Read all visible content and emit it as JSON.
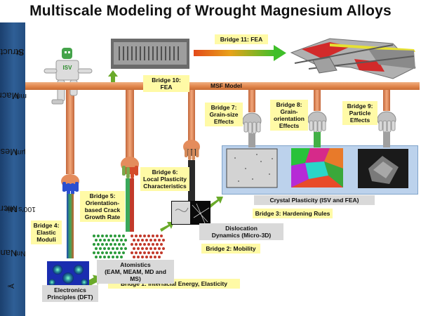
{
  "title": "Multiscale Modeling of Wrought Magnesium Alloys",
  "scales": [
    {
      "name": "Structural",
      "unit": "m"
    },
    {
      "name": "Macro-",
      "unit": "mm"
    },
    {
      "name": "Meso-",
      "unit": "µm"
    },
    {
      "name": "Micro-",
      "unit": "100's Nm"
    },
    {
      "name": "Nano-",
      "unit": "Nm"
    },
    {
      "name": "",
      "unit": "Å"
    }
  ],
  "msf_model": "MSF Model",
  "bridges": {
    "b1": "Bridge 1: Interfacial Energy, Elasticity",
    "b2": "Bridge 2: Mobility",
    "b3": "Bridge 3: Hardening Rules",
    "b4": "Bridge 4:\nElastic\nModuli",
    "b5": "Bridge 5:\nOrientation-\nbased Crack\nGrowth Rate",
    "b6": "Bridge 6:\nLocal Plasticity\nCharacteristics",
    "b7": "Bridge 7:\nGrain-size\nEffects",
    "b8": "Bridge 8:\nGrain-\norientation\nEffects",
    "b9": "Bridge 9:\nParticle\nEffects",
    "b10": "Bridge 10: FEA",
    "b11": "Bridge 11: FEA"
  },
  "boxes": {
    "electronics": "Electronics\nPrinciples (DFT)",
    "atomistics": "Atomistics\n(EAM, MEAM, MD and MS)",
    "dislocation": "Dislocation\nDynamics (Micro-3D)",
    "crystal": "Crystal Plasticity (ISV and FEA)"
  },
  "robot_badge": "ISV",
  "colors": {
    "axis": "#2f5f96",
    "label_fill": "#fffaa6",
    "box_fill": "#d9d9d9",
    "msf_bar": "#e3894f",
    "arrow_green": "#6aaa2a",
    "panel": "#bcd2ec"
  }
}
